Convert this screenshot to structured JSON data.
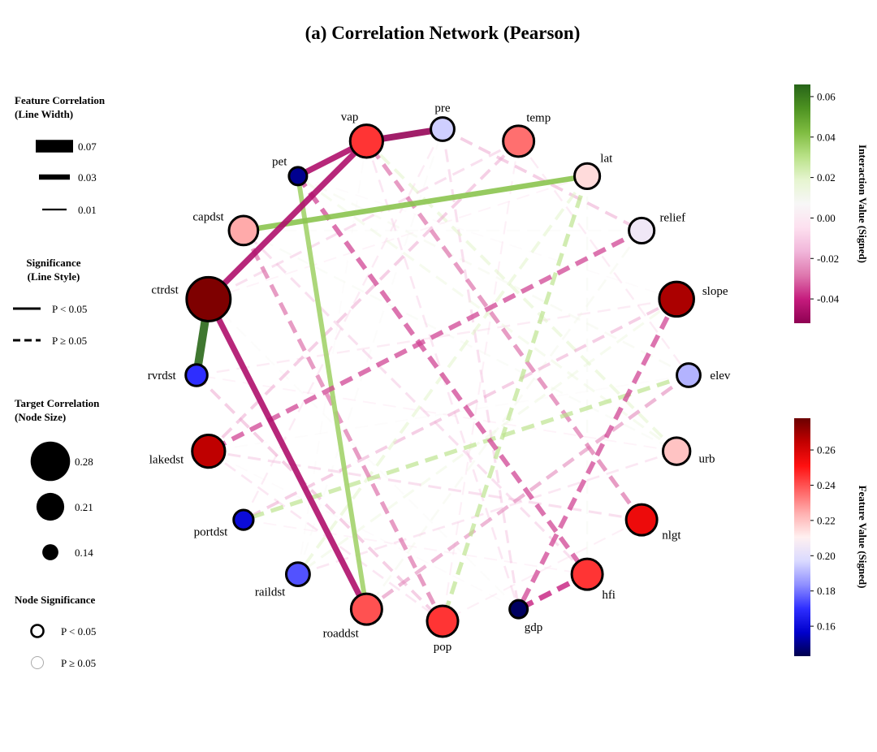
{
  "chart_data": {
    "type": "network",
    "title": "(a) Correlation Network (Pearson)",
    "nodes": [
      {
        "id": "pre",
        "value": 0.195,
        "target_corr": 0.17,
        "significant": true
      },
      {
        "id": "temp",
        "value": 0.235,
        "target_corr": 0.21,
        "significant": true
      },
      {
        "id": "lat",
        "value": 0.215,
        "target_corr": 0.18,
        "significant": true
      },
      {
        "id": "relief",
        "value": 0.205,
        "target_corr": 0.18,
        "significant": true
      },
      {
        "id": "slope",
        "value": 0.268,
        "target_corr": 0.23,
        "significant": true
      },
      {
        "id": "elev",
        "value": 0.19,
        "target_corr": 0.17,
        "significant": true
      },
      {
        "id": "urb",
        "value": 0.22,
        "target_corr": 0.19,
        "significant": true
      },
      {
        "id": "nlgt",
        "value": 0.255,
        "target_corr": 0.21,
        "significant": true
      },
      {
        "id": "hfi",
        "value": 0.245,
        "target_corr": 0.21,
        "significant": true
      },
      {
        "id": "gdp",
        "value": 0.145,
        "target_corr": 0.14,
        "significant": true
      },
      {
        "id": "pop",
        "value": 0.245,
        "target_corr": 0.21,
        "significant": true
      },
      {
        "id": "roaddst",
        "value": 0.24,
        "target_corr": 0.21,
        "significant": true
      },
      {
        "id": "raildst",
        "value": 0.175,
        "target_corr": 0.17,
        "significant": true
      },
      {
        "id": "portdst",
        "value": 0.16,
        "target_corr": 0.15,
        "significant": true
      },
      {
        "id": "lakedst",
        "value": 0.265,
        "target_corr": 0.22,
        "significant": true
      },
      {
        "id": "rvrdst",
        "value": 0.17,
        "target_corr": 0.16,
        "significant": true
      },
      {
        "id": "ctrdst",
        "value": 0.275,
        "target_corr": 0.28,
        "significant": true
      },
      {
        "id": "capdst",
        "value": 0.225,
        "target_corr": 0.2,
        "significant": true
      },
      {
        "id": "pet",
        "value": 0.15,
        "target_corr": 0.14,
        "significant": true
      },
      {
        "id": "vap",
        "value": 0.245,
        "target_corr": 0.22,
        "significant": true
      }
    ],
    "edges": [
      {
        "source": "ctrdst",
        "target": "rvrdst",
        "value": 0.065,
        "significant": true
      },
      {
        "source": "capdst",
        "target": "lat",
        "value": 0.04,
        "significant": true
      },
      {
        "source": "pet",
        "target": "roaddst",
        "value": 0.035,
        "significant": true
      },
      {
        "source": "vap",
        "target": "pre",
        "value": -0.05,
        "significant": true
      },
      {
        "source": "pet",
        "target": "vap",
        "value": -0.045,
        "significant": true
      },
      {
        "source": "vap",
        "target": "ctrdst",
        "value": -0.045,
        "significant": true
      },
      {
        "source": "ctrdst",
        "target": "roaddst",
        "value": -0.045,
        "significant": true
      },
      {
        "source": "pet",
        "target": "hfi",
        "value": -0.035,
        "significant": false
      },
      {
        "source": "relief",
        "target": "lakedst",
        "value": -0.035,
        "significant": false
      },
      {
        "source": "slope",
        "target": "gdp",
        "value": -0.035,
        "significant": false
      },
      {
        "source": "nlgt",
        "target": "vap",
        "value": -0.03,
        "significant": false
      },
      {
        "source": "hfi",
        "target": "gdp",
        "value": -0.04,
        "significant": false
      },
      {
        "source": "capdst",
        "target": "pop",
        "value": -0.03,
        "significant": false
      },
      {
        "source": "elev",
        "target": "portdst",
        "value": 0.03,
        "significant": false
      },
      {
        "source": "lat",
        "target": "pop",
        "value": 0.03,
        "significant": false
      },
      {
        "source": "pre",
        "target": "relief",
        "value": -0.02,
        "significant": false
      },
      {
        "source": "elev",
        "target": "roaddst",
        "value": -0.025,
        "significant": false
      },
      {
        "source": "urb",
        "target": "vap",
        "value": 0.02,
        "significant": false
      },
      {
        "source": "temp",
        "target": "lakedst",
        "value": -0.02,
        "significant": false
      },
      {
        "source": "slope",
        "target": "portdst",
        "value": -0.02,
        "significant": false
      },
      {
        "source": "lat",
        "target": "raildst",
        "value": 0.02,
        "significant": false
      },
      {
        "source": "rvrdst",
        "target": "pop",
        "value": -0.02,
        "significant": false
      },
      {
        "source": "pre",
        "target": "gdp",
        "value": -0.015,
        "significant": false
      },
      {
        "source": "urb",
        "target": "pet",
        "value": 0.015,
        "significant": false
      },
      {
        "source": "temp",
        "target": "ctrdst",
        "value": -0.015,
        "significant": false
      },
      {
        "source": "hfi",
        "target": "capdst",
        "value": -0.015,
        "significant": false
      },
      {
        "source": "slope",
        "target": "raildst",
        "value": 0.015,
        "significant": false
      },
      {
        "source": "nlgt",
        "target": "lakedst",
        "value": -0.015,
        "significant": false
      },
      {
        "source": "elev",
        "target": "pet",
        "value": 0.012,
        "significant": false
      },
      {
        "source": "relief",
        "target": "roaddst",
        "value": 0.012,
        "significant": false
      },
      {
        "source": "urb",
        "target": "raildst",
        "value": -0.012,
        "significant": false
      },
      {
        "source": "lakedst",
        "target": "pop",
        "value": -0.012,
        "significant": false
      },
      {
        "source": "vap",
        "target": "gdp",
        "value": -0.012,
        "significant": false
      },
      {
        "source": "pre",
        "target": "portdst",
        "value": -0.01,
        "significant": false
      },
      {
        "source": "temp",
        "target": "elev",
        "value": -0.01,
        "significant": false
      },
      {
        "source": "lat",
        "target": "hfi",
        "value": 0.01,
        "significant": false
      },
      {
        "source": "capdst",
        "target": "urb",
        "value": 0.01,
        "significant": false
      },
      {
        "source": "rvrdst",
        "target": "slope",
        "value": -0.01,
        "significant": false
      },
      {
        "source": "raildst",
        "target": "pre",
        "value": 0.008,
        "significant": false
      },
      {
        "source": "nlgt",
        "target": "pop",
        "value": -0.008,
        "significant": false
      },
      {
        "source": "gdp",
        "target": "ctrdst",
        "value": 0.008,
        "significant": false
      },
      {
        "source": "temp",
        "target": "pop",
        "value": -0.008,
        "significant": false
      },
      {
        "source": "relief",
        "target": "capdst",
        "value": 0.008,
        "significant": false
      },
      {
        "source": "elev",
        "target": "lakedst",
        "value": 0.006,
        "significant": false
      },
      {
        "source": "lat",
        "target": "ctrdst",
        "value": -0.006,
        "significant": false
      },
      {
        "source": "portdst",
        "target": "hfi",
        "value": -0.006,
        "significant": false
      },
      {
        "source": "raildst",
        "target": "vap",
        "value": 0.006,
        "significant": false
      },
      {
        "source": "urb",
        "target": "rvrdst",
        "value": -0.006,
        "significant": false
      },
      {
        "source": "slope",
        "target": "pet",
        "value": 0.005,
        "significant": false
      },
      {
        "source": "gdp",
        "target": "lakedst",
        "value": 0.005,
        "significant": false
      }
    ]
  },
  "legend": {
    "line_width": {
      "title_line1": "Feature Correlation",
      "title_line2": "(Line Width)",
      "items": [
        "0.07",
        "0.03",
        "0.01"
      ],
      "widths": [
        0.07,
        0.03,
        0.01
      ]
    },
    "line_style": {
      "title_line1": "Significance",
      "title_line2": "(Line Style)",
      "solid_label": "P < 0.05",
      "dashed_label": "P ≥ 0.05"
    },
    "node_size": {
      "title_line1": "Target Correlation",
      "title_line2": "(Node Size)",
      "items": [
        "0.28",
        "0.21",
        "0.14"
      ],
      "values": [
        0.28,
        0.21,
        0.14
      ]
    },
    "node_significance": {
      "title": "Node Significance",
      "sig_label": "P < 0.05",
      "nonsig_label": "P ≥ 0.05"
    }
  },
  "colorbar_edges": {
    "label": "Interaction Value (Signed)",
    "min": -0.052,
    "max": 0.066,
    "ticks": [
      "0.06",
      "0.04",
      "0.02",
      "0.00",
      "-0.02",
      "-0.04"
    ],
    "tick_values": [
      0.06,
      0.04,
      0.02,
      0.0,
      -0.02,
      -0.04
    ],
    "colors": [
      "#8e0152",
      "#c51b7d",
      "#de77ae",
      "#f1b6da",
      "#fde0ef",
      "#f7f7f7",
      "#e6f5d0",
      "#b8e186",
      "#7fbc41",
      "#4d9221",
      "#276419"
    ]
  },
  "colorbar_nodes": {
    "label": "Feature Value (Signed)",
    "min": 0.143,
    "max": 0.278,
    "ticks": [
      "0.26",
      "0.24",
      "0.22",
      "0.20",
      "0.18",
      "0.16"
    ],
    "tick_values": [
      0.26,
      0.24,
      0.22,
      0.2,
      0.18,
      0.16
    ],
    "colors": [
      "#00004d",
      "#0000cc",
      "#2e2eff",
      "#8f8fff",
      "#dadaff",
      "#fff0f0",
      "#ffb0b0",
      "#ff6060",
      "#ff1010",
      "#c20000",
      "#6b0000"
    ]
  }
}
